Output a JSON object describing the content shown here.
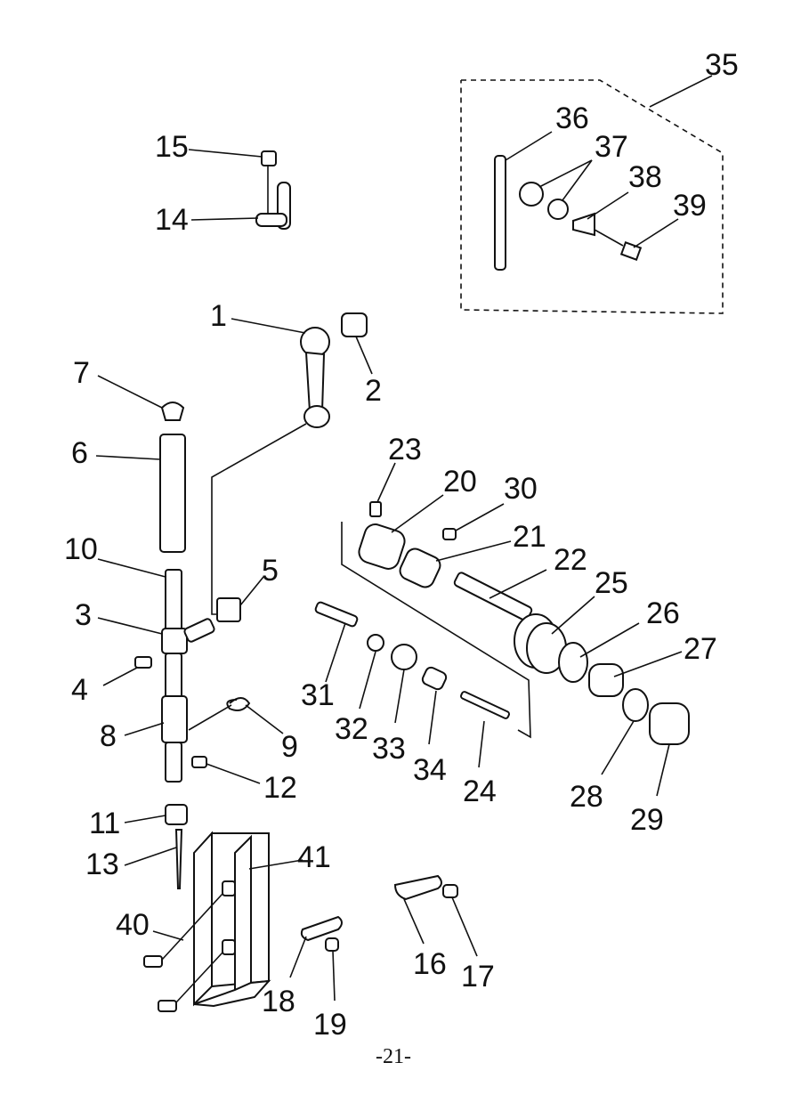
{
  "callouts": {
    "c1": "1",
    "c2": "2",
    "c3": "3",
    "c4": "4",
    "c5": "5",
    "c6": "6",
    "c7": "7",
    "c8": "8",
    "c9": "9",
    "c10": "10",
    "c11": "11",
    "c12": "12",
    "c13": "13",
    "c14": "14",
    "c15": "15",
    "c16": "16",
    "c17": "17",
    "c18": "18",
    "c19": "19",
    "c20": "20",
    "c21": "21",
    "c22": "22",
    "c23": "23",
    "c24": "24",
    "c25": "25",
    "c26": "26",
    "c27": "27",
    "c28": "28",
    "c29": "29",
    "c30": "30",
    "c31": "31",
    "c32": "32",
    "c33": "33",
    "c34": "34",
    "c35": "35",
    "c36": "36",
    "c37": "37",
    "c38": "38",
    "c39": "39",
    "c40": "40",
    "c41": "41"
  },
  "page": {
    "number": "-21-"
  }
}
